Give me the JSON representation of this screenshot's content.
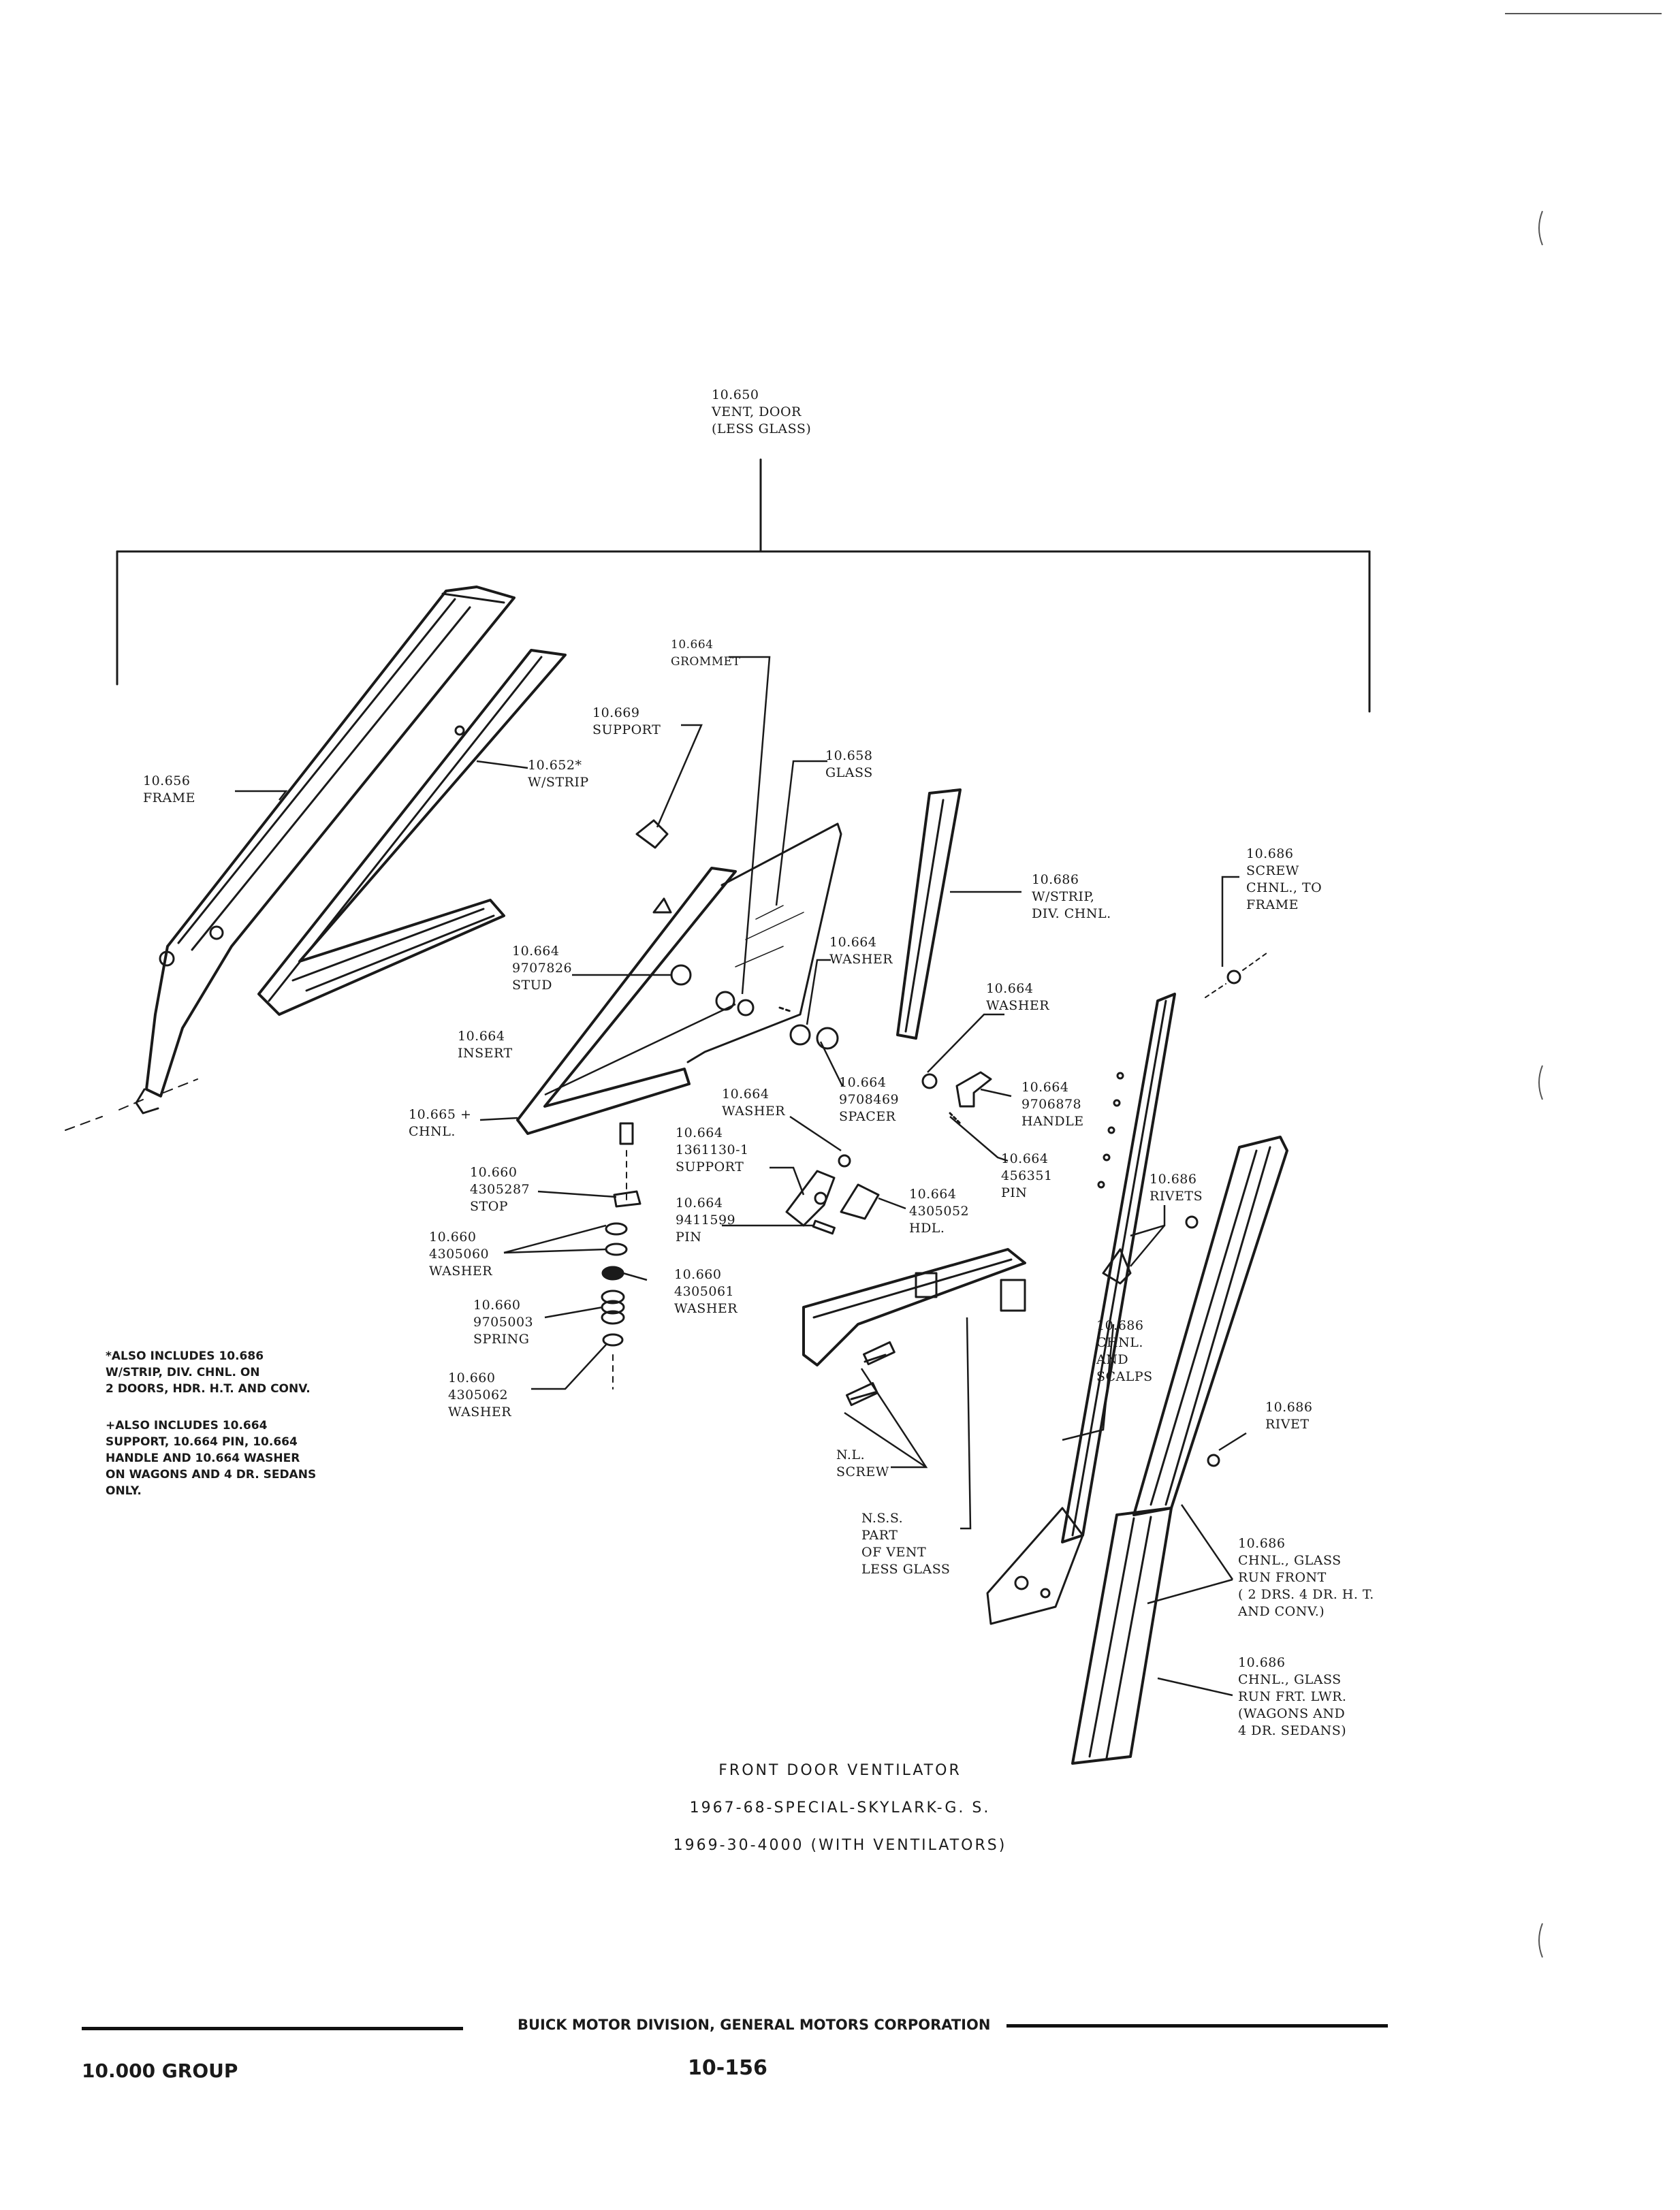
{
  "callouts": {
    "vent_door": [
      "10.650",
      "VENT, DOOR",
      "(LESS GLASS)"
    ],
    "grommet": [
      "10.664",
      "GROMMET"
    ],
    "support_669": [
      "10.669",
      "SUPPORT"
    ],
    "glass": [
      "10.658",
      "GLASS"
    ],
    "frame": [
      "10.656",
      "FRAME"
    ],
    "wstrip_652": [
      "10.652*",
      "W/STRIP"
    ],
    "wstrip_div": [
      "10.686",
      "W/STRIP,",
      "DIV. CHNL."
    ],
    "screw_chnl": [
      "10.686",
      "SCREW",
      "CHNL., TO",
      "FRAME"
    ],
    "stud": [
      "10.664",
      "9707826",
      "STUD"
    ],
    "washer_664a": [
      "10.664",
      "WASHER"
    ],
    "washer_664b": [
      "10.664",
      "WASHER"
    ],
    "insert": [
      "10.664",
      "INSERT"
    ],
    "spacer": [
      "10.664",
      "9708469",
      "SPACER"
    ],
    "handle": [
      "10.664",
      "9706878",
      "HANDLE"
    ],
    "chnl_665": [
      "10.665 +",
      "CHNL."
    ],
    "washer_664c": [
      "10.664",
      "WASHER"
    ],
    "support_664": [
      "10.664",
      "1361130-1",
      "SUPPORT"
    ],
    "pin_456351": [
      "10.664",
      "456351",
      "PIN"
    ],
    "stop": [
      "10.660",
      "4305287",
      "STOP"
    ],
    "hdl": [
      "10.664",
      "4305052",
      "HDL."
    ],
    "rivets": [
      "10.686",
      "RIVETS"
    ],
    "pin_9411599": [
      "10.664",
      "9411599",
      "PIN"
    ],
    "washer_4305060": [
      "10.660",
      "4305060",
      "WASHER"
    ],
    "washer_4305061": [
      "10.660",
      "4305061",
      "WASHER"
    ],
    "spring": [
      "10.660",
      "9705003",
      "SPRING"
    ],
    "chnl_scalps": [
      "10.686",
      "CHNL.",
      "AND",
      "SCALPS"
    ],
    "washer_4305062": [
      "10.660",
      "4305062",
      "WASHER"
    ],
    "rivet": [
      "10.686",
      "RIVET"
    ],
    "nl_screw": [
      "N.L.",
      "SCREW"
    ],
    "nss": [
      "N.S.S.",
      "PART",
      "OF VENT",
      "LESS GLASS"
    ],
    "run_front": [
      "10.686",
      "CHNL., GLASS",
      "RUN FRONT",
      "( 2 DRS. 4 DR. H. T.",
      "AND CONV.)"
    ],
    "run_lower": [
      "10.686",
      "CHNL., GLASS",
      "RUN FRT. LWR.",
      "(WAGONS AND",
      "4 DR. SEDANS)"
    ]
  },
  "notes": {
    "star": [
      "*ALSO INCLUDES 10.686",
      "W/STRIP, DIV. CHNL. ON",
      "2 DOORS, HDR. H.T. AND CONV."
    ],
    "plus": [
      "+ALSO INCLUDES 10.664",
      "SUPPORT, 10.664 PIN, 10.664",
      "HANDLE AND 10.664 WASHER",
      "ON WAGONS AND 4 DR. SEDANS",
      "ONLY."
    ]
  },
  "caption": {
    "line1": "FRONT DOOR VENTILATOR",
    "line2": "1967-68-SPECIAL-SKYLARK-G. S.",
    "line3": "1969-30-4000 (WITH VENTILATORS)"
  },
  "footer": {
    "company": "BUICK MOTOR DIVISION, GENERAL MOTORS CORPORATION",
    "group": "10.000 GROUP",
    "page": "10-156"
  }
}
